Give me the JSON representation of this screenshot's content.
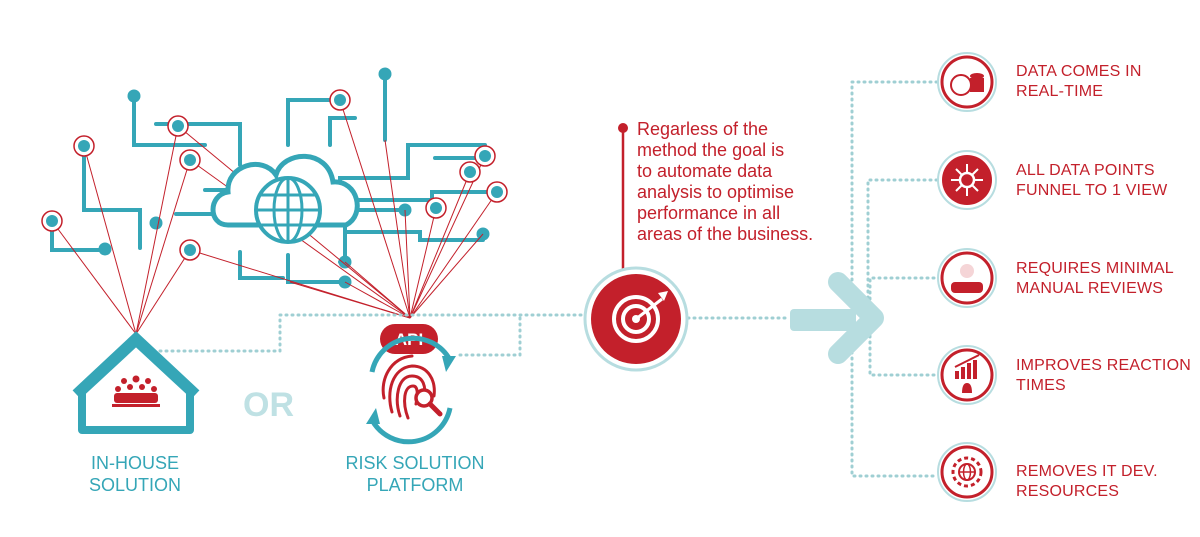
{
  "colors": {
    "teal": "#35a6b7",
    "light_teal": "#9fcfd3",
    "red": "#c3202b",
    "pale_teal": "#bfe1e4"
  },
  "left": {
    "in_house_label": "IN-HOUSE\nSOLUTION",
    "or_label": "OR",
    "platform_label": "RISK SOLUTION\nPLATFORM",
    "api_label": "API",
    "in_house_icon": "house-with-team-icon",
    "platform_icon": "fingerprint-magnifier-icon",
    "network_icon": "cloud-globe-icon"
  },
  "center": {
    "statement_lines": [
      "Regarless of the",
      "method the goal is",
      "to automate data",
      "analysis to optimise",
      "performance in all",
      "areas of the business."
    ],
    "target_icon": "target-arrow-icon",
    "arrow_icon": "arrow-right-icon"
  },
  "benefits": [
    {
      "label": "DATA COMES IN\nREAL-TIME",
      "icon": "timer-database-icon"
    },
    {
      "label": "ALL DATA POINTS\nFUNNEL TO 1 VIEW",
      "icon": "hub-nodes-icon"
    },
    {
      "label": "REQUIRES MINIMAL\nMANUAL REVIEWS",
      "icon": "person-icon"
    },
    {
      "label": "IMPROVES REACTION\nTIMES",
      "icon": "chart-bell-icon"
    },
    {
      "label": "REMOVES IT DEV.\nRESOURCES",
      "icon": "gear-globe-icon"
    }
  ]
}
